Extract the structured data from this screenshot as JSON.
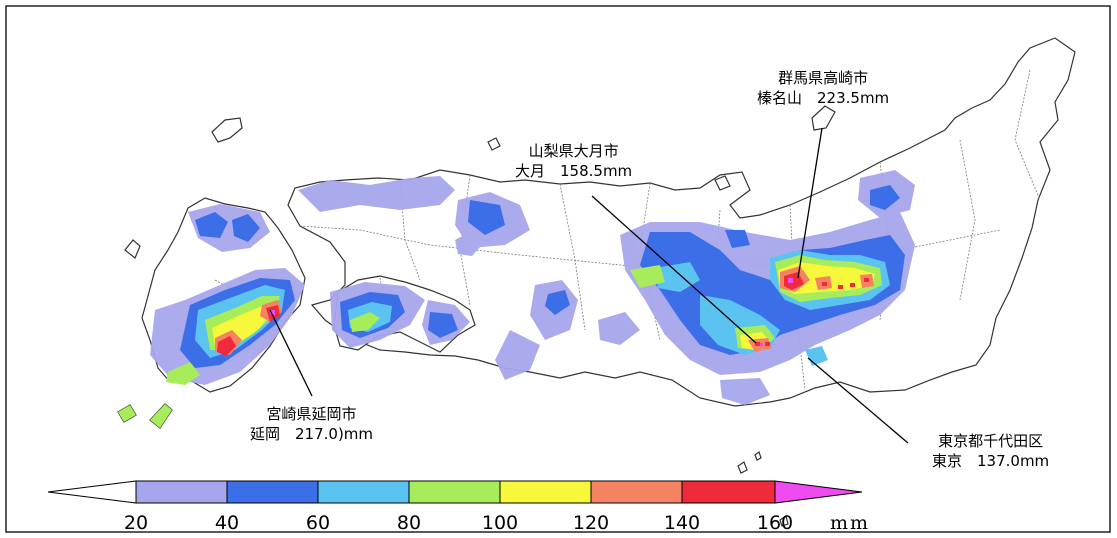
{
  "legend": {
    "unit": "mm",
    "ticks": [
      "20",
      "40",
      "60",
      "80",
      "100",
      "120",
      "140",
      "160"
    ],
    "colors": {
      "below_min": "#ffffff",
      "bins": [
        "#a6a6ec",
        "#3c6ee8",
        "#5bc3ef",
        "#a7ec5b",
        "#f7f73c",
        "#f58263",
        "#ee2a3b"
      ],
      "above_max": "#ef4bf1"
    }
  },
  "annotations": [
    {
      "id": "gunma",
      "line1": "群馬県高崎市",
      "line2": "榛名山　223.5mm"
    },
    {
      "id": "yamanashi",
      "line1": "山梨県大月市",
      "line2": "大月　158.5mm"
    },
    {
      "id": "miyazaki",
      "line1": "宮崎県延岡市",
      "line2": "延岡　217.0)mm"
    },
    {
      "id": "tokyo",
      "line1": "東京都千代田区",
      "line2": "東京　137.0mm"
    }
  ],
  "map": {
    "land_color": "#ffffff",
    "coastline_color": "#333333",
    "prefecture_border_color": "#7a7a7a"
  }
}
